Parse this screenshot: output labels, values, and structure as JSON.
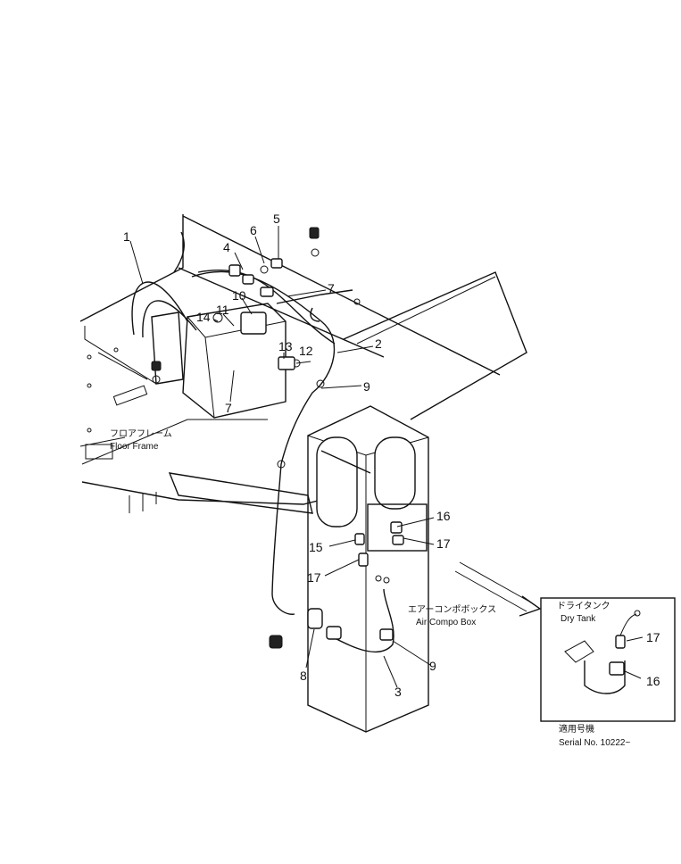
{
  "callouts": [
    "1",
    "2",
    "3",
    "4",
    "5",
    "6",
    "7",
    "7",
    "8",
    "9",
    "9",
    "10",
    "11",
    "12",
    "13",
    "14",
    "15",
    "16",
    "17",
    "17",
    "16",
    "17"
  ],
  "floor_frame": {
    "jp": "フロアフレーム",
    "en": "Floor Frame"
  },
  "air_compo_box": {
    "jp": "エアーコンポボックス",
    "en": "Air Compo Box"
  },
  "dry_tank": {
    "jp": "ドライタンク",
    "en": "Dry Tank"
  },
  "serial": {
    "jp": "適用号機",
    "en": "Serial No. 10222~"
  }
}
